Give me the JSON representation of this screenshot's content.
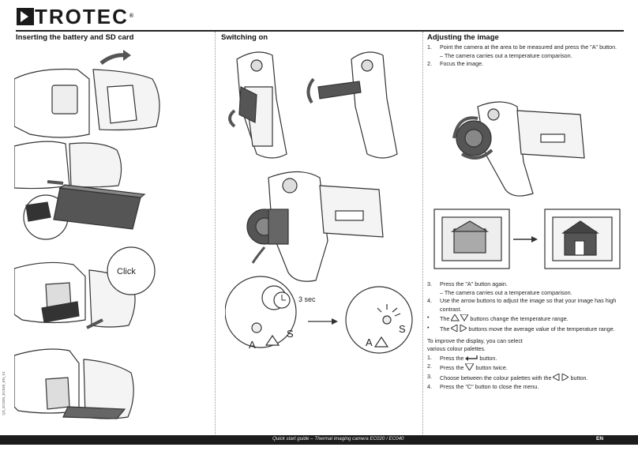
{
  "brand": {
    "name": "TROTEC",
    "registered": "®"
  },
  "columns": {
    "battery": {
      "title": "Inserting the battery and SD card",
      "click_label": "Click"
    },
    "switch_on": {
      "title": "Switching on",
      "timer_label": "3 sec",
      "key_a": "A",
      "key_s": "S"
    },
    "adjust": {
      "title": "Adjusting the image",
      "steps_a": [
        {
          "num": "1.",
          "text": "Point the camera at the area to be measured and press the \"A\" button."
        },
        {
          "num": "",
          "text": "– The camera carries out a temperature comparison."
        },
        {
          "num": "2.",
          "text": "Focus the image."
        }
      ],
      "steps_b": [
        {
          "num": "3.",
          "text": "Press the \"A\" button again."
        },
        {
          "num": "",
          "text": "– The camera carries out a temperature comparison."
        },
        {
          "num": "4.",
          "text": "Use the arrow buttons to adjust the image so that your image has high contrast."
        },
        {
          "num": "•",
          "text": "buttons change the temperature range."
        },
        {
          "num": "•",
          "text": "buttons move the average value of the temperature range."
        }
      ],
      "bullet_prefix": "The",
      "palette_intro": "To improve the display, you can select various colour palettes.",
      "steps_c": [
        {
          "num": "1.",
          "text_before": "Press the",
          "text_after": "button."
        },
        {
          "num": "2.",
          "text_before": "Press the",
          "text_after": "button twice."
        },
        {
          "num": "3.",
          "text_before": "Choose between the colour palettes with the",
          "text_after": "button."
        },
        {
          "num": "4.",
          "text_before": "Press the \"C\" button to close the menu.",
          "text_after": ""
        }
      ]
    }
  },
  "footer": {
    "text": "Quick start guide – Thermal imaging camera EC020 / EC040",
    "lang": "EN",
    "doc_id": "QS_EC020_EC040_EN_V1"
  }
}
